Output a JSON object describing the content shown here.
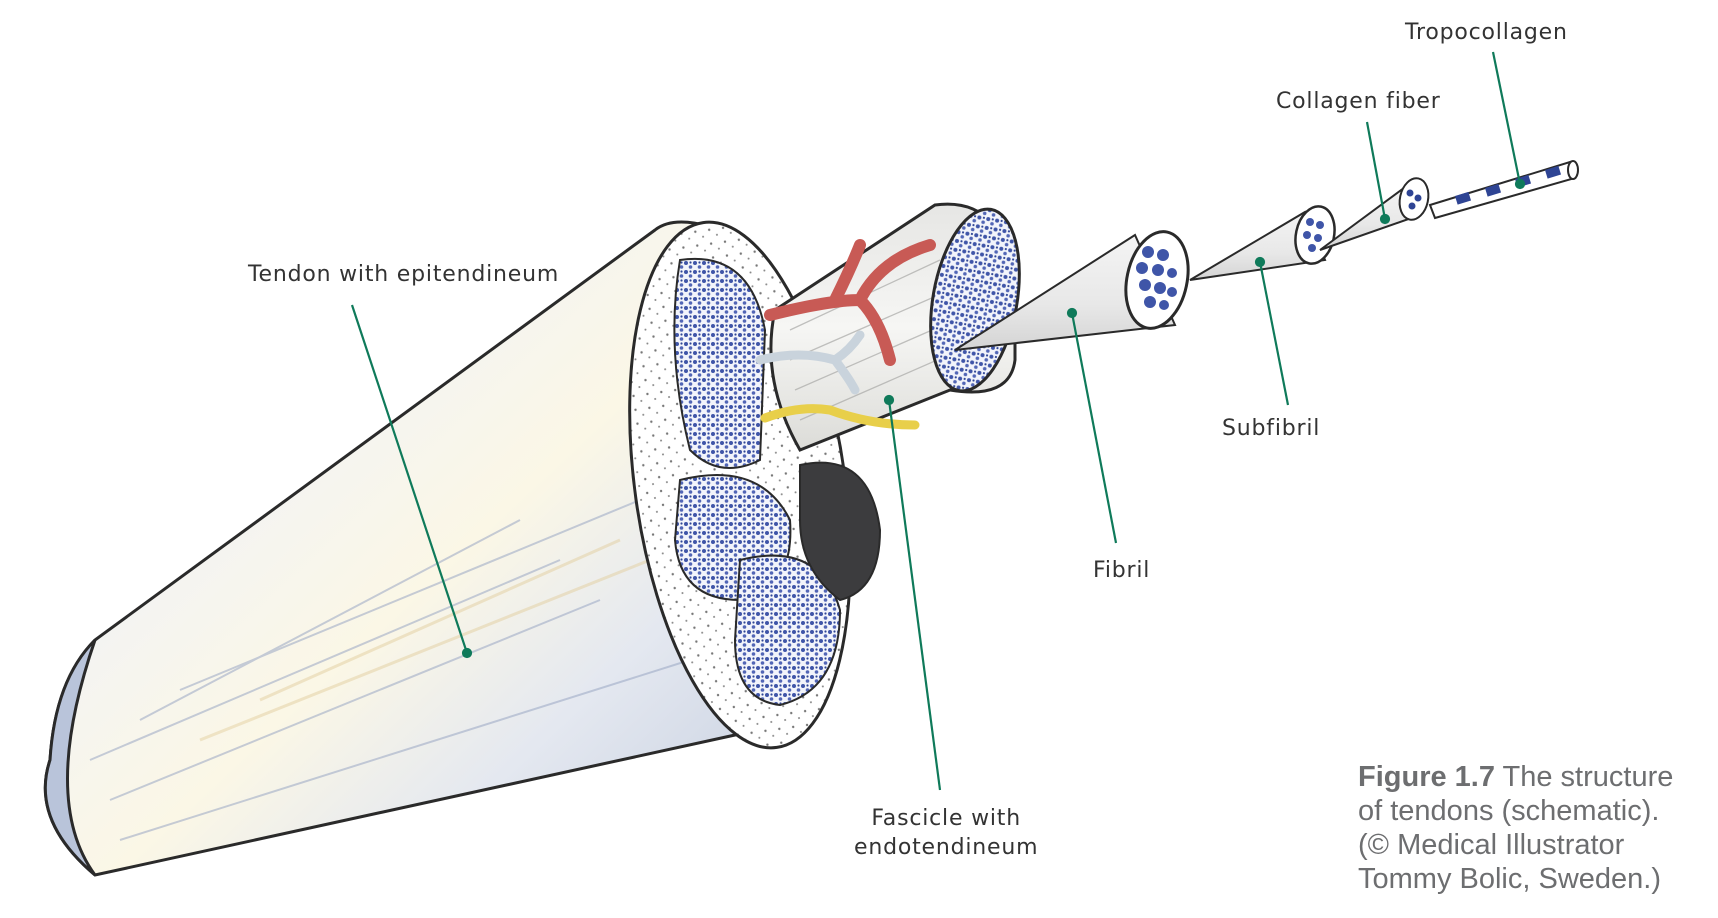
{
  "labels": {
    "tendon": "Tendon with epitendineum",
    "fascicle_line1": "Fascicle with",
    "fascicle_line2": "endotendineum",
    "fibril": "Fibril",
    "subfibril": "Subfibril",
    "collagen_fiber": "Collagen fiber",
    "tropocollagen": "Tropocollagen"
  },
  "caption": {
    "figure_number": "Figure 1.7",
    "line1_rest": " The structure",
    "line2": "of tendons (schematic).",
    "line3": "(© Medical Illustrator",
    "line4": "Tommy Bolic, Sweden.)"
  },
  "colors": {
    "leader_line": "#0f7a5a",
    "fascicle_dots": "#3f55a8",
    "artery": "#c85a55",
    "nerve": "#e8cf4a",
    "vein": "#c9d3dc",
    "outline": "#2a2a2a"
  }
}
